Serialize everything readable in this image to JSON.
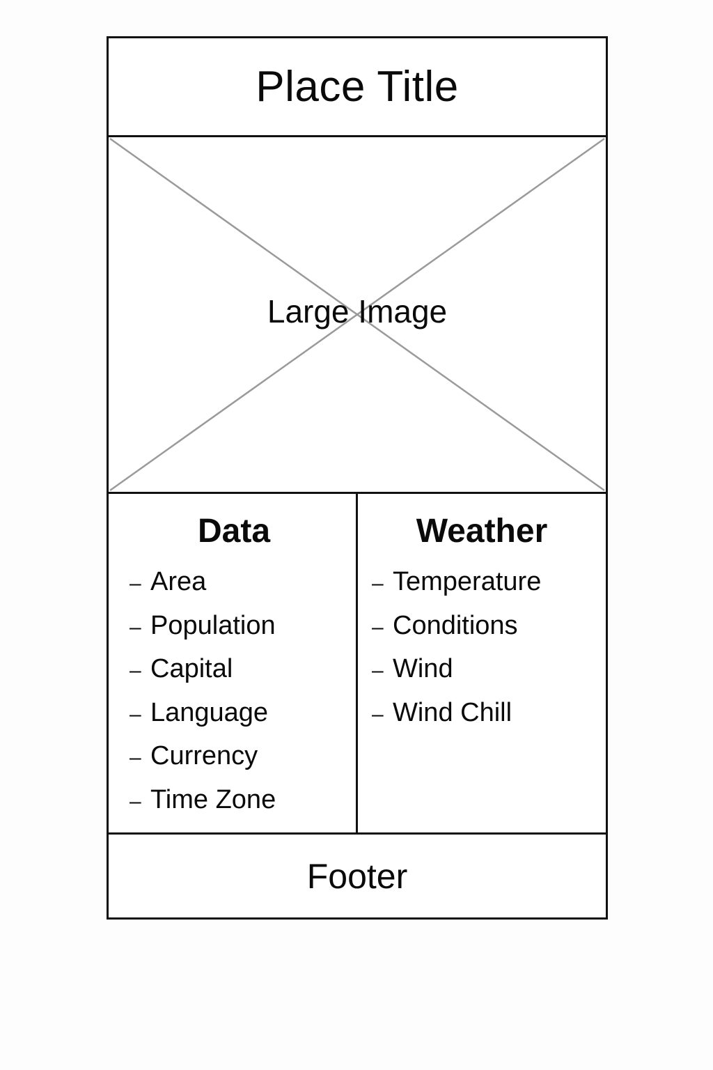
{
  "header": {
    "title": "Place Title"
  },
  "image": {
    "label": "Large Image"
  },
  "data_column": {
    "heading": "Data",
    "items": [
      "Area",
      "Population",
      "Capital",
      "Language",
      "Currency",
      "Time Zone"
    ]
  },
  "weather_column": {
    "heading": "Weather",
    "items": [
      "Temperature",
      "Conditions",
      "Wind",
      "Wind Chill"
    ]
  },
  "footer": {
    "label": "Footer"
  },
  "colors": {
    "border": "#111111",
    "placeholder_cross": "#9a9a9a",
    "background": "#ffffff"
  },
  "icons": {
    "bullet": "dash"
  }
}
